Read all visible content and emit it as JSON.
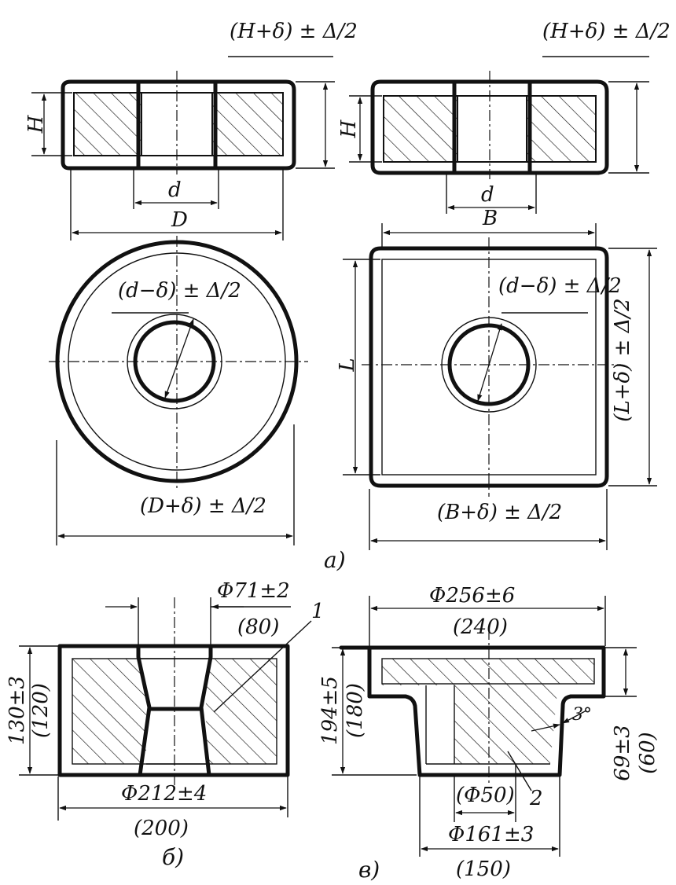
{
  "section_a": {
    "label": "а)",
    "disc": {
      "height_label": "H",
      "hole_label": "d",
      "diameter_label": "D",
      "forged_height_label": "(H+δ) ± Δ/2",
      "forged_hole_label": "(d−δ) ± Δ/2",
      "forged_diameter_label": "(D+δ) ± Δ/2"
    },
    "block": {
      "height_label": "H",
      "hole_label": "d",
      "width_label": "B",
      "length_label": "L",
      "forged_height_label": "(H+δ) ± Δ/2",
      "forged_hole_label": "(d−δ) ± Δ/2",
      "forged_width_label": "(B+δ) ± Δ/2",
      "forged_length_label": "(L+δ) ± Δ/2"
    }
  },
  "section_b": {
    "label": "б)",
    "bore": "Φ71±2",
    "bore_nominal": "(80)",
    "height": "130±3",
    "height_nominal": "(120)",
    "diameter": "Φ212±4",
    "diameter_nominal": "(200)",
    "callout": "1"
  },
  "section_v": {
    "label": "в)",
    "flange_diameter": "Φ256±6",
    "flange_nominal": "(240)",
    "height": "194±5",
    "height_nominal": "(180)",
    "hub_height": "69±3",
    "hub_nominal": "(60)",
    "draft_angle": "3°",
    "inner_diameter": "(Φ50)",
    "hub_diameter": "Φ161±3",
    "hub_diameter_nominal": "(150)",
    "callout": "2"
  }
}
